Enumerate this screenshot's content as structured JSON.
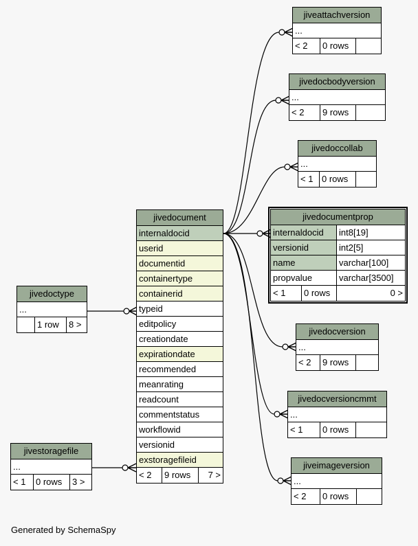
{
  "credit": "Generated by SchemaSpy",
  "tables": {
    "jiveattachversion": {
      "name": "jiveattachversion",
      "row": "...",
      "f1": "< 2",
      "f2": "0 rows",
      "f3": ""
    },
    "jivedocbodyversion": {
      "name": "jivedocbodyversion",
      "row": "...",
      "f1": "< 2",
      "f2": "9 rows",
      "f3": ""
    },
    "jivedoccollab": {
      "name": "jivedoccollab",
      "row": "...",
      "f1": "< 1",
      "f2": "0 rows",
      "f3": ""
    },
    "jivedocumentprop": {
      "name": "jivedocumentprop",
      "cols": [
        {
          "name": "internaldocid",
          "type": "int8[19]"
        },
        {
          "name": "versionid",
          "type": "int2[5]"
        },
        {
          "name": "name",
          "type": "varchar[100]"
        },
        {
          "name": "propvalue",
          "type": "varchar[3500]"
        }
      ],
      "f1": "< 1",
      "f2": "0 rows",
      "f3": "0 >"
    },
    "jivedocversion": {
      "name": "jivedocversion",
      "row": "...",
      "f1": "< 2",
      "f2": "9 rows",
      "f3": ""
    },
    "jivedocversioncmmt": {
      "name": "jivedocversioncmmt",
      "row": "...",
      "f1": "< 1",
      "f2": "0 rows",
      "f3": ""
    },
    "jiveimageversion": {
      "name": "jiveimageversion",
      "row": "...",
      "f1": "< 2",
      "f2": "0 rows",
      "f3": ""
    },
    "jivedoctype": {
      "name": "jivedoctype",
      "row": "...",
      "f1": "",
      "f2": "1 row",
      "f3": "8 >"
    },
    "jivestoragefile": {
      "name": "jivestoragefile",
      "row": "...",
      "f1": "< 1",
      "f2": "0 rows",
      "f3": "3 >"
    },
    "jivedocument": {
      "name": "jivedocument",
      "cols": [
        "internaldocid",
        "userid",
        "documentid",
        "containertype",
        "containerid",
        "typeid",
        "editpolicy",
        "creationdate",
        "expirationdate",
        "recommended",
        "meanrating",
        "readcount",
        "commentstatus",
        "workflowid",
        "versionid",
        "exstoragefileid"
      ],
      "f1": "< 2",
      "f2": "9 rows",
      "f3": "7 >"
    }
  }
}
